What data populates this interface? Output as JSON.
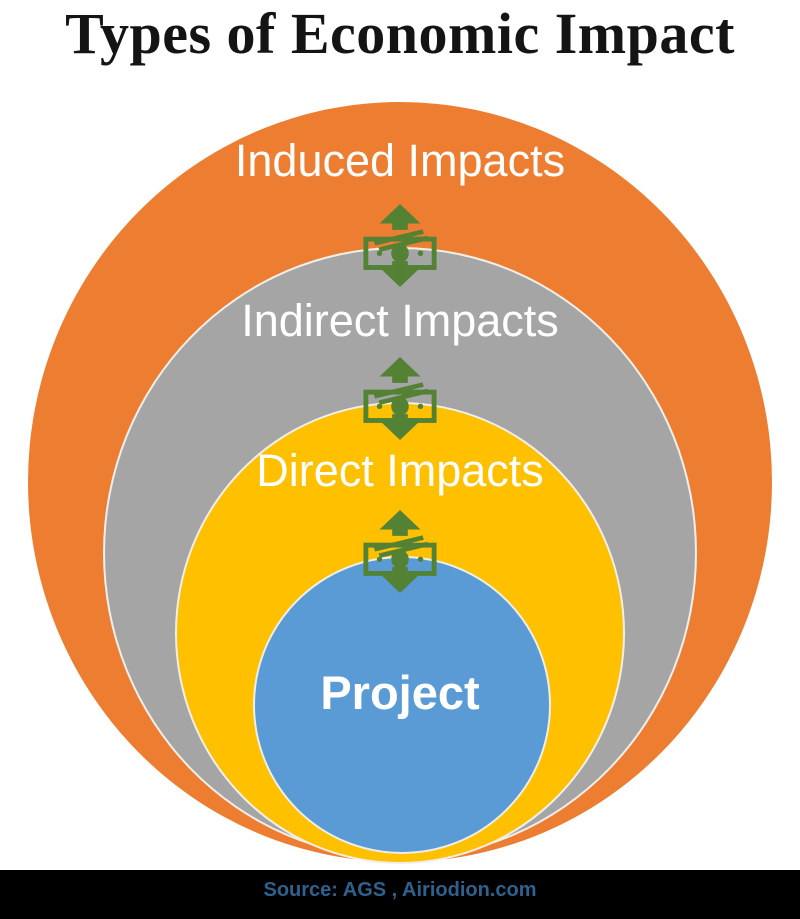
{
  "title": "Types of Economic Impact",
  "diagram": {
    "rings": [
      {
        "id": "induced",
        "label": "Induced Impacts",
        "color": "#ED7D31"
      },
      {
        "id": "indirect",
        "label": "Indirect Impacts",
        "color": "#A5A5A5"
      },
      {
        "id": "direct",
        "label": "Direct Impacts",
        "color": "#FFC000"
      },
      {
        "id": "project",
        "label": "Project",
        "color": "#5B9BD5"
      }
    ],
    "icons": [
      {
        "name": "money-flow-icon",
        "color": "#548235",
        "position": "between Induced and Indirect"
      },
      {
        "name": "money-flow-icon",
        "color": "#548235",
        "position": "between Indirect and Direct"
      },
      {
        "name": "money-flow-icon",
        "color": "#548235",
        "position": "between Direct and Project"
      }
    ]
  },
  "footer": {
    "source_text": "Source: AGS , Airiodion.com",
    "text_color": "#2E618F",
    "bar_color": "#000000"
  }
}
